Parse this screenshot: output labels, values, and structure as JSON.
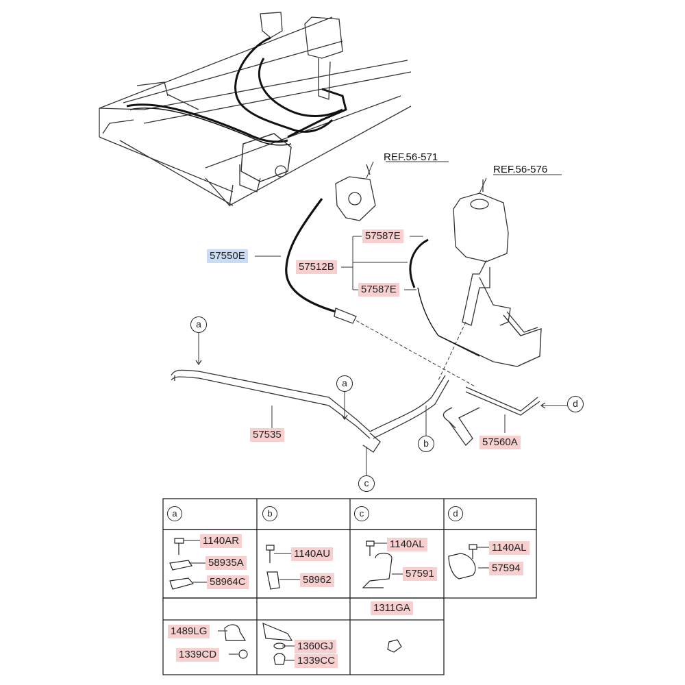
{
  "refs": {
    "ref_gear": "REF.56-571",
    "ref_reservoir": "REF.56-576"
  },
  "callouts": {
    "a1": "a",
    "a2": "a",
    "b": "b",
    "c": "c",
    "d": "d"
  },
  "parts": {
    "p57550E": "57550E",
    "p57512B": "57512B",
    "p57587E_top": "57587E",
    "p57587E_bottom": "57587E",
    "p57535": "57535",
    "p57560A": "57560A"
  },
  "table": {
    "headers": {
      "a": "a",
      "b": "b",
      "c": "c",
      "d": "d"
    },
    "cell_a": [
      "1140AR",
      "58935A",
      "58964C"
    ],
    "cell_b": [
      "1140AU",
      "58962"
    ],
    "cell_c": [
      "1140AL",
      "57591"
    ],
    "cell_d": [
      "1140AL",
      "57594"
    ],
    "row2_c": "1311GA",
    "row3_a": [
      "1489LG",
      "1339CD"
    ],
    "row3_b": [
      "1360GJ",
      "1339CC"
    ]
  },
  "colors": {
    "part_highlight": "#f7cfcf",
    "selected_highlight": "#c9dcf3",
    "line": "#222222"
  }
}
